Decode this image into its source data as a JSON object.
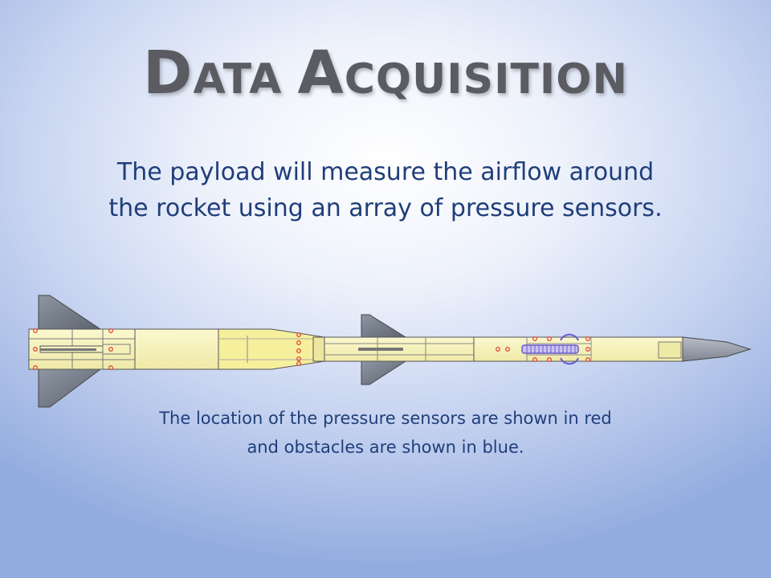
{
  "slide": {
    "title": {
      "part1_initial": "D",
      "part1_rest": "ata ",
      "part2_initial": "A",
      "part2_rest": "cquisition"
    },
    "body_text": "The payload will measure the airflow around the rocket using an array of pressure sensors.",
    "caption": "The location of the pressure sensors are shown in red and obstacles are shown in blue."
  },
  "legend_colors": {
    "pressure_sensors": "#e04a3a",
    "obstacles": "#6a5acd"
  }
}
